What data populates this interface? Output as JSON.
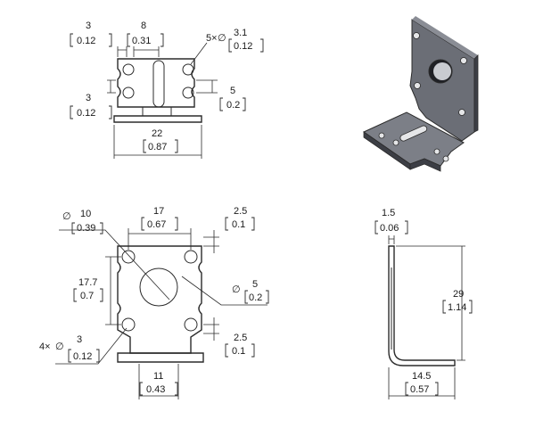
{
  "views": {
    "top": {
      "dim_hole_inset": {
        "mm": "3",
        "in": "0.12"
      },
      "dim_slot_spacing": {
        "mm": "8",
        "in": "0.31"
      },
      "dim_hole_dia": {
        "count": "5×",
        "symbol": "∅",
        "mm": "3.1",
        "in": "0.12"
      },
      "dim_hole_edge_left": {
        "mm": "3",
        "in": "0.12"
      },
      "dim_hole_edge_right": {
        "mm": "5",
        "in": "0.2"
      },
      "dim_width": {
        "mm": "22",
        "in": "0.87"
      }
    },
    "front": {
      "dim_big_hole_dia": {
        "symbol": "∅",
        "mm": "10",
        "in": "0.39"
      },
      "dim_hole_spacing": {
        "mm": "17",
        "in": "0.67"
      },
      "dim_corner_top": {
        "mm": "2.5",
        "in": "0.1"
      },
      "dim_height": {
        "mm": "17.7",
        "in": "0.7"
      },
      "dim_small_hole_dia": {
        "symbol": "∅",
        "mm": "5",
        "in": "0.2"
      },
      "dim_mount_hole_dia": {
        "count": "4×",
        "symbol": "∅",
        "mm": "3",
        "in": "0.12"
      },
      "dim_corner_bottom": {
        "mm": "2.5",
        "in": "0.1"
      },
      "dim_base_width": {
        "mm": "11",
        "in": "0.43"
      }
    },
    "side": {
      "dim_thickness": {
        "mm": "1.5",
        "in": "0.06"
      },
      "dim_total_height": {
        "mm": "29",
        "in": "1.14"
      },
      "dim_base_depth": {
        "mm": "14.5",
        "in": "0.57"
      }
    }
  },
  "colors": {
    "line": "#2b2b2b",
    "metal_face": "#6b6e76",
    "metal_dark": "#3c3e45",
    "metal_light": "#8a8d95"
  }
}
